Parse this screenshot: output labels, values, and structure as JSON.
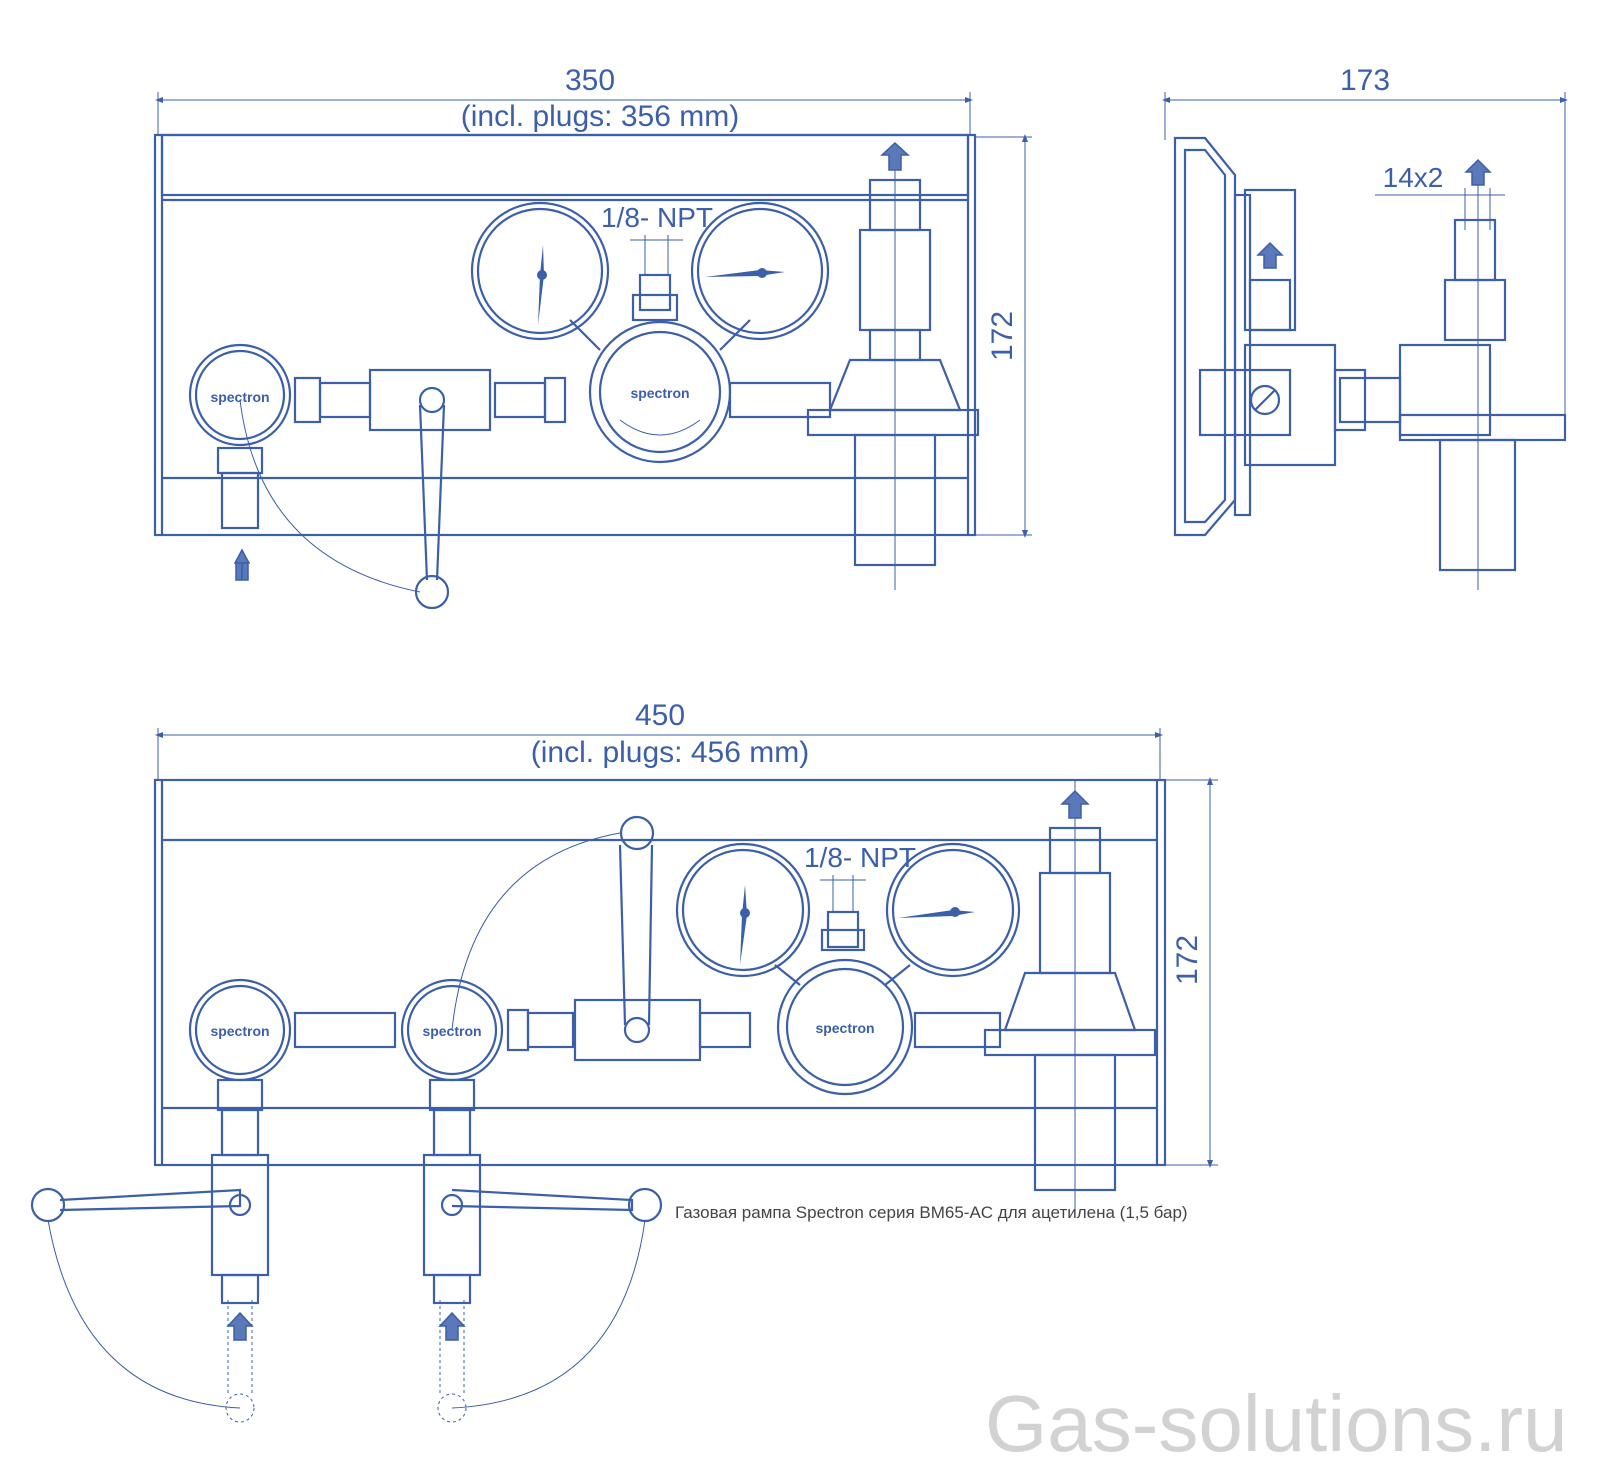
{
  "top_front": {
    "width_dim": "350",
    "width_note": "(incl. plugs: 356 mm)",
    "height_dim": "172",
    "port_label": "1/8- NPT",
    "brand": "spectron"
  },
  "side_view": {
    "width_dim": "173",
    "pipe_label": "14x2"
  },
  "bottom_front": {
    "width_dim": "450",
    "width_note": "(incl. plugs: 456 mm)",
    "height_dim": "172",
    "port_label": "1/8- NPT",
    "brand": "spectron"
  },
  "caption": "Газовая рампа Spectron серия BM65-AC для ацетилена (1,5 бар)",
  "watermark": "Gas-solutions.ru",
  "colors": {
    "line": "#3b5fa8",
    "arrow_fill": "#5b79b8",
    "caption": "#444444",
    "watermark": "#d2d2d2"
  }
}
